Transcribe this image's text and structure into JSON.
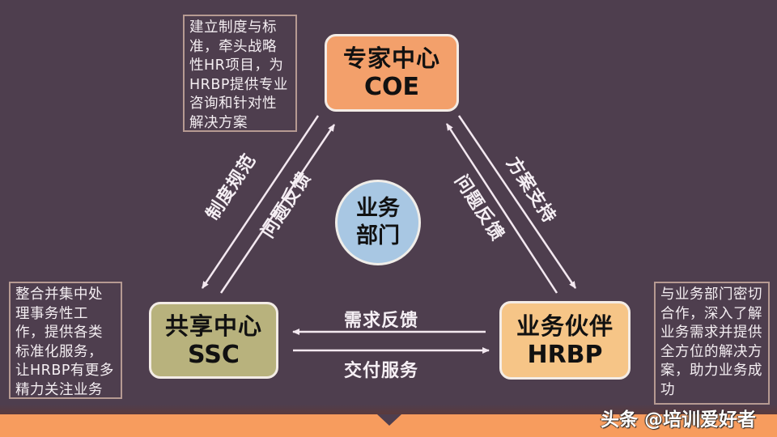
{
  "diagram": {
    "nodes": {
      "coe": {
        "cn": "专家中心",
        "en": "COE",
        "color": "#f3a06b"
      },
      "ssc": {
        "cn": "共享中心",
        "en": "SSC",
        "color": "#b8b27d"
      },
      "hrbp": {
        "cn": "业务伙伴",
        "en": "HRBP",
        "color": "#f6c587"
      },
      "center": {
        "line1": "业务",
        "line2": "部门",
        "color": "#a8c7e3"
      }
    },
    "notes": {
      "coe": "建立制度与标准，牵头战略性HR项目，为HRBP提供专业咨询和针对性解决方案",
      "ssc": "整合并集中处理事务性工作，提供各类标准化服务，让HRBP有更多精力关注业务",
      "hrbp": "与业务部门密切合作，深入了解业务需求并提供全方位的解决方案，助力业务成功"
    },
    "edges": [
      {
        "from": "COE",
        "to": "SSC",
        "label": "制度规范"
      },
      {
        "from": "SSC",
        "to": "COE",
        "label": "问题反馈"
      },
      {
        "from": "HRBP",
        "to": "COE",
        "label": "问题反馈"
      },
      {
        "from": "COE",
        "to": "HRBP",
        "label": "方案支持"
      },
      {
        "from": "HRBP",
        "to": "SSC",
        "label": "需求反馈"
      },
      {
        "from": "SSC",
        "to": "HRBP",
        "label": "交付服务"
      }
    ]
  },
  "colors": {
    "background": "#4e3e4e",
    "footer": "#f79c5e",
    "line": "#f3e8f0"
  },
  "watermark": "头条 @培训爱好者"
}
